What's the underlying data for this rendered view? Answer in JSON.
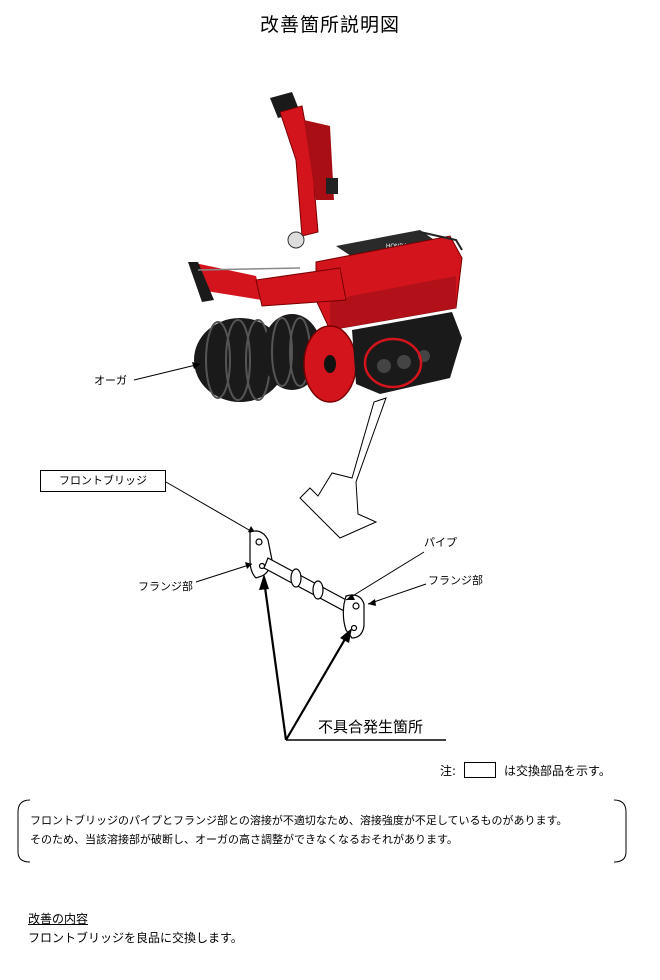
{
  "title": "改善箇所説明図",
  "labels": {
    "auger": "オーガ",
    "front_bridge": "フロントブリッジ",
    "pipe": "パイプ",
    "flange_left": "フランジ部",
    "flange_right": "フランジ部",
    "defect": "不具合発生箇所",
    "machine_brand": "HONDA"
  },
  "note": {
    "prefix": "注:",
    "suffix": "は交換部品を示す。"
  },
  "description": {
    "line1": "フロントブリッジのパイプとフランジ部との溶接が不適切なため、溶接強度が不足しているものがあります。",
    "line2": "そのため、当該溶接部が破断し、オーガの高さ調整ができなくなるおそれがあります。"
  },
  "improvement": {
    "heading": "改善の内容",
    "body": "フロントブリッジを良品に交換します。"
  },
  "colors": {
    "machine_red": "#d4141c",
    "dark": "#1a1a1a"
  }
}
